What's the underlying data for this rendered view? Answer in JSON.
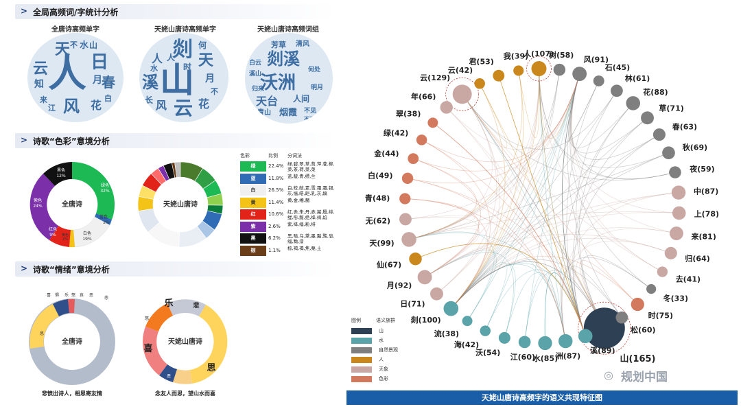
{
  "sections": [
    {
      "arrow": ">",
      "title": "全局高频词/字统计分析"
    },
    {
      "arrow": ">",
      "title": "诗歌“色彩”意境分析"
    },
    {
      "arrow": ">",
      "title": "诗歌“情绪”意境分析"
    }
  ],
  "wordclouds": [
    {
      "label": "全唐诗高频单字",
      "words": [
        "人",
        "天",
        "风",
        "日",
        "云",
        "月",
        "春",
        "花",
        "山",
        "水",
        "不",
        "知",
        "江",
        "白",
        "来"
      ]
    },
    {
      "label": "天姥山唐诗高频单字",
      "words": [
        "山",
        "剡",
        "云",
        "溪",
        "天",
        "人",
        "风",
        "月",
        "花",
        "人",
        "时",
        "何",
        "长",
        "不",
        "水"
      ]
    },
    {
      "label": "天姥山唐诗高频词组",
      "words": [
        "剡溪",
        "沃洲",
        "天台",
        "人间",
        "青山",
        "烟霞",
        "芳草",
        "清风",
        "白云",
        "不见",
        "归来",
        "何处",
        "溪山",
        "明月",
        "不可"
      ]
    }
  ],
  "color_donuts": [
    {
      "label": "全唐诗",
      "slices": [
        {
          "name": "绿色",
          "pct": "32%"
        },
        {
          "name": "蓝色",
          "pct": "2%"
        },
        {
          "name": "白色",
          "pct": "19%"
        },
        {
          "name": "黄色",
          "pct": "2%"
        },
        {
          "name": "红色",
          "pct": "9%"
        },
        {
          "name": "紫色",
          "pct": "24%"
        },
        {
          "name": "黑色",
          "pct": "12%"
        }
      ]
    },
    {
      "label": "天姥山唐诗"
    }
  ],
  "color_table": {
    "headers": [
      "色彩",
      "比例",
      "分词法"
    ],
    "rows": [
      {
        "name": "绿",
        "pct": "22.4%",
        "words": "绿,碧,翠,草,苔,萍,苍,柳,菜,茶,荷,菜,菜",
        "bg": "#1db954",
        "fg": "#ffffff"
      },
      {
        "name": "蓝",
        "pct": "11.8%",
        "words": "蓝,靛,青,缥,兰",
        "bg": "#2f6cb5",
        "fg": "#ffffff"
      },
      {
        "name": "白",
        "pct": "26.5%",
        "words": "白,皎,皑,素,雪,霜,霜,银,灰,缟,皓,皑,乳,灰,縞",
        "bg": "#f0f0f0",
        "fg": "#333333"
      },
      {
        "name": "黄",
        "pct": "11.4%",
        "words": "黄,金,缃,赭",
        "bg": "#f3c318",
        "fg": "#333333"
      },
      {
        "name": "红",
        "pct": "10.6%",
        "words": "红,赤,朱,丹,赤,赭,殷,绯,缇,彤,赧,绝,绛,绮,焰",
        "bg": "#e2231a",
        "fg": "#ffffff"
      },
      {
        "name": "紫",
        "pct": "2.6%",
        "words": "紫,绛,缁,粉,绯",
        "bg": "#7b2fa8",
        "fg": "#ffffff"
      },
      {
        "name": "黑",
        "pct": "6.2%",
        "words": "黑,暗,乌,黛,墨,黯,黢,皂,缁,黝,漆",
        "bg": "#111111",
        "fg": "#ffffff"
      },
      {
        "name": "棕",
        "pct": "1.1%",
        "words": "棕,褐,褐,焦,栗,土",
        "bg": "#6b3e1a",
        "fg": "#ffffff"
      }
    ]
  },
  "emotion_donuts": [
    {
      "label": "全唐诗",
      "caption": "悲愤出诗人，相思寄友情",
      "labels": [
        "悲",
        "思",
        "乐",
        "喜",
        "惧",
        "怒",
        "哀",
        "恶"
      ]
    },
    {
      "label": "天姥山唐诗",
      "caption": "念友人而思，望山水而喜",
      "labels": [
        "乐",
        "悲",
        "喜",
        "思",
        "恶",
        "怒"
      ]
    }
  ],
  "network": {
    "title": "天姥山唐诗高频字的语义共现特征图",
    "legend_title": "图例",
    "legend_subtitle": "语义族群",
    "legend": [
      {
        "name": "山",
        "color": "#2e4053"
      },
      {
        "name": "水",
        "color": "#5aa3a8"
      },
      {
        "name": "自然景观",
        "color": "#7f7f7f"
      },
      {
        "name": "人",
        "color": "#c9871c"
      },
      {
        "name": "天象",
        "color": "#c9a8a4"
      },
      {
        "name": "色彩",
        "color": "#d37a5e"
      }
    ],
    "nodes": [
      {
        "label": "山(165)",
        "group": "山"
      },
      {
        "label": "剡(100)",
        "group": "水"
      },
      {
        "label": "溪(89)",
        "group": "水"
      },
      {
        "label": "洲(87)",
        "group": "水"
      },
      {
        "label": "水(85)",
        "group": "水"
      },
      {
        "label": "江(60)",
        "group": "水"
      },
      {
        "label": "沃(54)",
        "group": "水"
      },
      {
        "label": "海(42)",
        "group": "水"
      },
      {
        "label": "流(38)",
        "group": "水"
      },
      {
        "label": "云(129)",
        "group": "天象"
      },
      {
        "label": "人(107)",
        "group": "人"
      },
      {
        "label": "天(99)",
        "group": "天象"
      },
      {
        "label": "月(92)",
        "group": "天象"
      },
      {
        "label": "风(91)",
        "group": "自然景观"
      },
      {
        "label": "花(88)",
        "group": "自然景观"
      },
      {
        "label": "中(87)",
        "group": "天象"
      },
      {
        "label": "来(81)",
        "group": "天象"
      },
      {
        "label": "上(78)",
        "group": "天象"
      },
      {
        "label": "时(75)",
        "group": "色彩"
      },
      {
        "label": "草(71)",
        "group": "自然景观"
      },
      {
        "label": "日(71)",
        "group": "天象"
      },
      {
        "label": "秋(69)",
        "group": "自然景观"
      },
      {
        "label": "仙(67)",
        "group": "人"
      },
      {
        "label": "年(66)",
        "group": "天象"
      },
      {
        "label": "归(64)",
        "group": "天象"
      },
      {
        "label": "春(63)",
        "group": "自然景观"
      },
      {
        "label": "无(62)",
        "group": "天象"
      },
      {
        "label": "林(61)",
        "group": "自然景观"
      },
      {
        "label": "松(60)",
        "group": "自然景观"
      },
      {
        "label": "夜(59)",
        "group": "自然景观"
      },
      {
        "label": "树(58)",
        "group": "自然景观"
      },
      {
        "label": "君(53)",
        "group": "人"
      },
      {
        "label": "白(49)",
        "group": "色彩"
      },
      {
        "label": "青(48)",
        "group": "色彩"
      },
      {
        "label": "石(45)",
        "group": "自然景观"
      },
      {
        "label": "金(44)",
        "group": "色彩"
      },
      {
        "label": "云(42)",
        "group": "人"
      },
      {
        "label": "绿(42)",
        "group": "色彩"
      },
      {
        "label": "去(41)",
        "group": "天象"
      },
      {
        "label": "我(39)",
        "group": "人"
      },
      {
        "label": "翠(38)",
        "group": "色彩"
      },
      {
        "label": "冬(33)",
        "group": "自然景观"
      }
    ]
  },
  "watermark": "规划中国"
}
